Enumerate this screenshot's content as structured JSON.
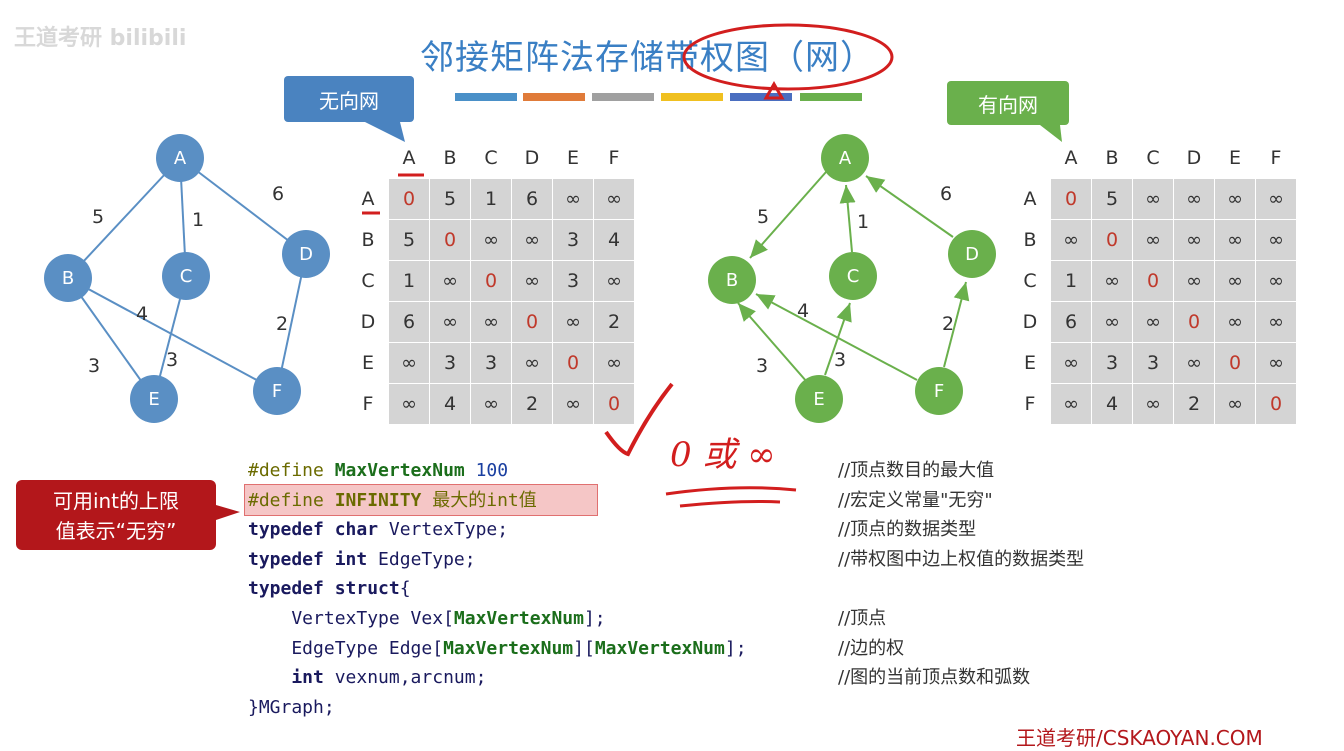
{
  "title": "邻接矩阵法存储带权图（网）",
  "watermark": "王道考研 bilibili",
  "color_bars": [
    "#4a90c8",
    "#e07b39",
    "#a0a0a0",
    "#f0c020",
    "#4a6ec0",
    "#6ab04c"
  ],
  "callouts": {
    "undirected": "无向网",
    "directed": "有向网",
    "left_line1": "可用int的上限",
    "left_line2": "值表示“无穷”"
  },
  "undirected_graph": {
    "nodes": [
      "A",
      "B",
      "C",
      "D",
      "E",
      "F"
    ],
    "edge_weights": {
      "AB": "5",
      "AC": "1",
      "AD": "6",
      "BE": "3",
      "BF": "4",
      "CE": "3",
      "DF": "2"
    }
  },
  "directed_graph": {
    "nodes": [
      "A",
      "B",
      "C",
      "D",
      "E",
      "F"
    ],
    "edge_weights": {
      "AB": "5",
      "CA": "1",
      "DA": "6",
      "EB": "3",
      "FB": "4",
      "EC": "3",
      "FD": "2"
    }
  },
  "undirected_matrix": {
    "headers": [
      "A",
      "B",
      "C",
      "D",
      "E",
      "F"
    ],
    "rows": [
      [
        "0",
        "5",
        "1",
        "6",
        "∞",
        "∞"
      ],
      [
        "5",
        "0",
        "∞",
        "∞",
        "3",
        "4"
      ],
      [
        "1",
        "∞",
        "0",
        "∞",
        "3",
        "∞"
      ],
      [
        "6",
        "∞",
        "∞",
        "0",
        "∞",
        "2"
      ],
      [
        "∞",
        "3",
        "3",
        "∞",
        "0",
        "∞"
      ],
      [
        "∞",
        "4",
        "∞",
        "2",
        "∞",
        "0"
      ]
    ]
  },
  "directed_matrix": {
    "headers": [
      "A",
      "B",
      "C",
      "D",
      "E",
      "F"
    ],
    "rows": [
      [
        "0",
        "5",
        "∞",
        "∞",
        "∞",
        "∞"
      ],
      [
        "∞",
        "0",
        "∞",
        "∞",
        "∞",
        "∞"
      ],
      [
        "1",
        "∞",
        "0",
        "∞",
        "∞",
        "∞"
      ],
      [
        "6",
        "∞",
        "∞",
        "0",
        "∞",
        "∞"
      ],
      [
        "∞",
        "3",
        "3",
        "∞",
        "0",
        "∞"
      ],
      [
        "∞",
        "4",
        "∞",
        "2",
        "∞",
        "0"
      ]
    ]
  },
  "handwriting": "0 或 ∞",
  "code": {
    "l1_a": "#define ",
    "l1_b": "MaxVertexNum",
    "l1_c": " 100",
    "l1_cm": "//顶点数目的最大值",
    "l2_a": "#define ",
    "l2_b": "INFINITY",
    "l2_c": " 最大的int值",
    "l2_cm": "//宏定义常量\"无穷\"",
    "l3_a": "typedef char",
    "l3_b": " VertexType;",
    "l3_cm": "//顶点的数据类型",
    "l4_a": "typedef int",
    "l4_b": " EdgeType;",
    "l4_cm": "//带权图中边上权值的数据类型",
    "l5_a": "typedef struct",
    "l5_b": "{",
    "l6_a": "    VertexType Vex[",
    "l6_b": "MaxVertexNum",
    "l6_c": "];",
    "l6_cm": "//顶点",
    "l7_a": "    EdgeType Edge[",
    "l7_b": "MaxVertexNum",
    "l7_c": "][",
    "l7_d": "MaxVertexNum",
    "l7_e": "];",
    "l7_cm": "//边的权",
    "l8_a": "    int",
    "l8_b": " vexnum,arcnum;",
    "l8_cm": "//图的当前顶点数和弧数",
    "l9": "}MGraph;"
  },
  "footer": "王道考研/CSKAOYAN.COM"
}
